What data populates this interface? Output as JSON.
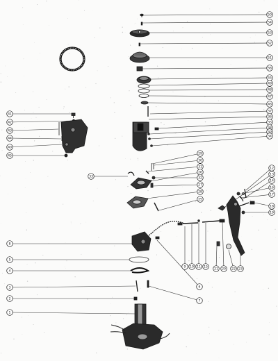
{
  "diagram": {
    "type": "exploded parts diagram",
    "colors": {
      "ink": "#1a1a1a",
      "paper": "#fbfbfa",
      "grey": "#6e6e6e",
      "light": "#bdbdbd"
    },
    "callouts": [
      "50",
      "54",
      "53",
      "52",
      "51",
      "56",
      "55",
      "49",
      "48",
      "47",
      "46",
      "37",
      "36",
      "35",
      "38",
      "39",
      "34",
      "41",
      "42",
      "43",
      "44",
      "40",
      "45",
      "33",
      "29",
      "30",
      "31",
      "26",
      "32",
      "27",
      "28",
      "25",
      "12",
      "13",
      "14",
      "16",
      "17",
      "18",
      "19",
      "8",
      "5",
      "4",
      "3",
      "2",
      "1",
      "9",
      "10",
      "11",
      "15",
      "21",
      "20",
      "22",
      "23",
      "6",
      "7"
    ]
  }
}
